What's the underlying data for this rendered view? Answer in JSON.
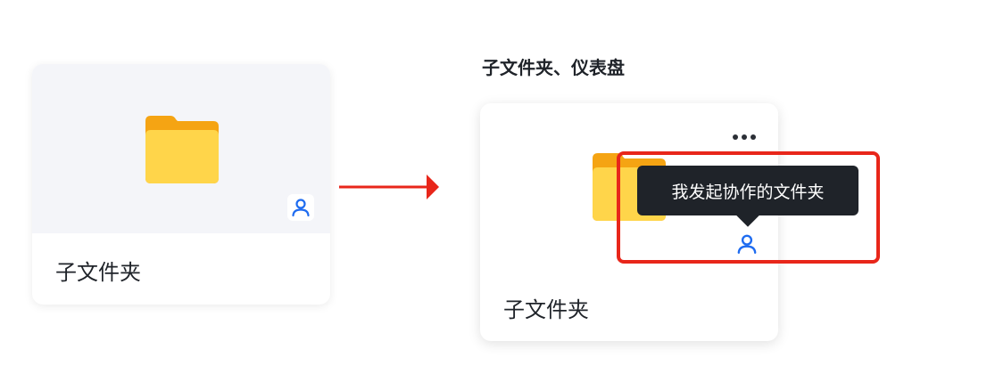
{
  "left_card": {
    "name": "子文件夹",
    "thumbnail_bg": "#f4f5f9",
    "folder_icon": "folder-icon",
    "badge_icon": "user-icon"
  },
  "arrow": {
    "color": "#e8261a",
    "icon": "arrow-right-icon"
  },
  "right_section": {
    "title": "子文件夹、仪表盘",
    "card": {
      "name": "子文件夹",
      "folder_icon": "folder-icon",
      "more_icon": "more-horizontal-icon",
      "badge_icon": "user-icon"
    },
    "tooltip": {
      "text": "我发起协作的文件夹",
      "bg": "#1f2329"
    },
    "highlight_color": "#e8261a"
  },
  "colors": {
    "folder_back": "#f5a413",
    "folder_front": "#ffd54a",
    "user_icon": "#1f6cf0"
  }
}
